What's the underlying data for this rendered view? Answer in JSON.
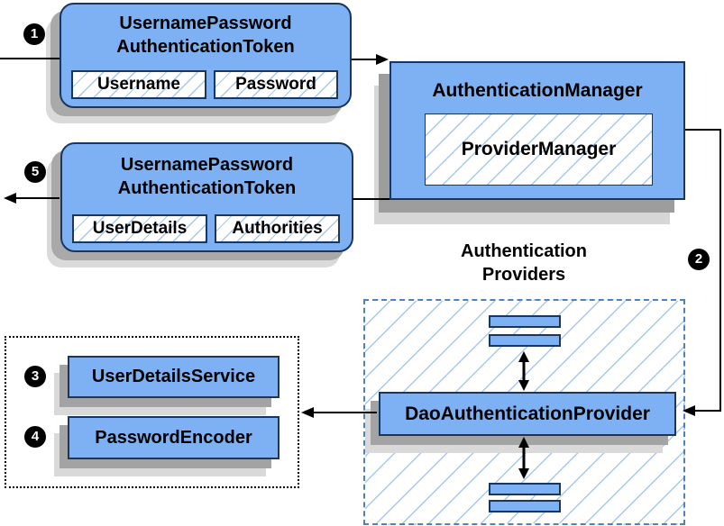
{
  "steps": {
    "s1": "1",
    "s2": "2",
    "s3": "3",
    "s4": "4",
    "s5": "5"
  },
  "token_request": {
    "title1": "UsernamePassword",
    "title2": "AuthenticationToken",
    "field1": "Username",
    "field2": "Password"
  },
  "auth_manager": {
    "title": "AuthenticationManager",
    "inner": "ProviderManager"
  },
  "token_response": {
    "title1": "UsernamePassword",
    "title2": "AuthenticationToken",
    "field1": "UserDetails",
    "field2": "Authorities"
  },
  "providers": {
    "heading1": "Authentication",
    "heading2": "Providers",
    "dao": "DaoAuthenticationProvider"
  },
  "services": {
    "user_details_service": "UserDetailsService",
    "password_encoder": "PasswordEncoder"
  },
  "colors": {
    "box_fill": "#7EB1F3",
    "box_border": "#17375E",
    "hatch_line": "#A6C8F0",
    "dashed_border": "#4E81BD",
    "dotted_border": "#000000",
    "shadow_dark": "#A0A0A0",
    "shadow_light": "#D9D9D9",
    "connector": "#000000",
    "step_circle_bg": "#000000",
    "step_circle_text": "#FFFFFF",
    "text": "#000000",
    "background": "#FFFFFF"
  }
}
